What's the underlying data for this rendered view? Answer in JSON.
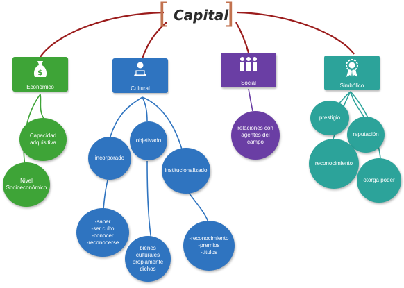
{
  "title": "Capital",
  "colors": {
    "connector_red": "#9b1c1c",
    "bracket": "#c2724f",
    "economico": "#3ea437",
    "cultural": "#2f74c0",
    "social": "#6a3ea4",
    "simbolico": "#2ca39a"
  },
  "categories": {
    "economico": {
      "label": "Económico",
      "icon": "money-bag-icon"
    },
    "cultural": {
      "label": "Cultural",
      "icon": "reader-person-icon"
    },
    "social": {
      "label": "Social",
      "icon": "people-group-icon"
    },
    "simbolico": {
      "label": "Simbólico",
      "icon": "award-medal-icon"
    }
  },
  "economico_nodes": {
    "capacidad": "Capacidad\nadquisitiva",
    "nivel": "Nivel\nSocioeconómico"
  },
  "cultural_nodes": {
    "incorporado": "incorporado",
    "objetivado": "objetivado",
    "institucionalizado": "institucionalizado",
    "saber_list": "-saber\n-ser culto\n-conocer\n-reconocerse",
    "bienes": "bienes\nculturales\npropiamente\ndichos",
    "reconocimiento_list": "-reconocimiento\n-premios\n-títulos"
  },
  "social_nodes": {
    "relaciones": "relaciones con\nagentes del\ncampo"
  },
  "simbolico_nodes": {
    "prestigio": "prestigio",
    "reputacion": "reputación",
    "reconocimiento": "reconocimiento",
    "otorga_poder": "otorga poder"
  }
}
